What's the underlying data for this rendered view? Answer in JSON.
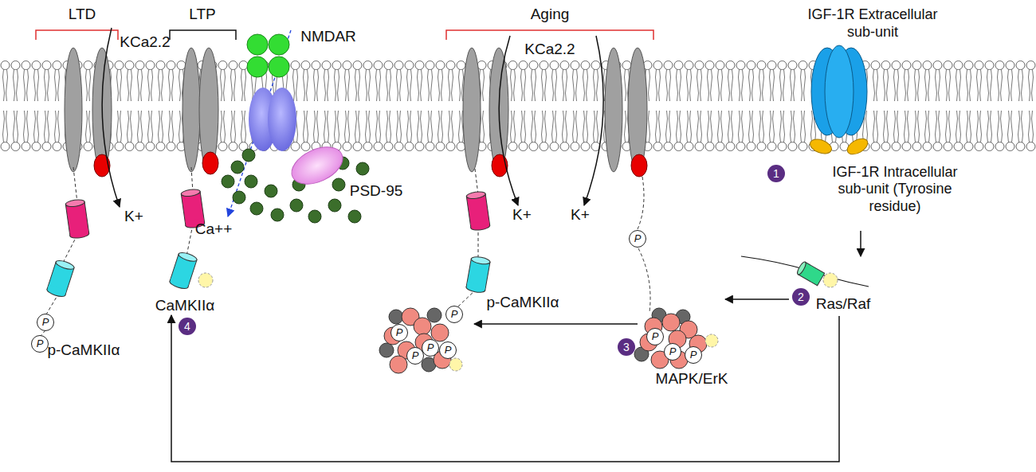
{
  "diagram": {
    "nodes": [
      {
        "text": [
          "IGF-1R Extracellular sub-unit",
          "IGF-1R Intracellular sub-unit (Tyrosine residue)"
        ]
      },
      {
        "text": [
          "Ras/Raf"
        ]
      },
      {
        "text": [
          "MAPK/ErK"
        ]
      },
      {
        "text": [
          "p-CaMKIIα"
        ]
      },
      {
        "text": [
          "CaMKIIα"
        ]
      }
    ],
    "edges": [
      {
        "from": 0,
        "to": 1,
        "arrow": "to"
      },
      {
        "from": 1,
        "to": 2,
        "arrow": "to"
      },
      {
        "from": 2,
        "to": 3,
        "arrow": "to"
      },
      {
        "from": 1,
        "to": 4,
        "arrow": "to"
      }
    ],
    "labels": [
      "LTD",
      "LTP",
      "Aging",
      "KCa2.2",
      "NMDAR",
      "PSD-95",
      "K+",
      "Ca++",
      "p-CaMKIIα",
      "KCa2.2",
      "K+",
      "K+",
      "1",
      "2",
      "3",
      "4",
      "P",
      "P",
      "P",
      "P",
      "P",
      "P",
      "P",
      "P",
      "P",
      "P",
      "P"
    ]
  }
}
